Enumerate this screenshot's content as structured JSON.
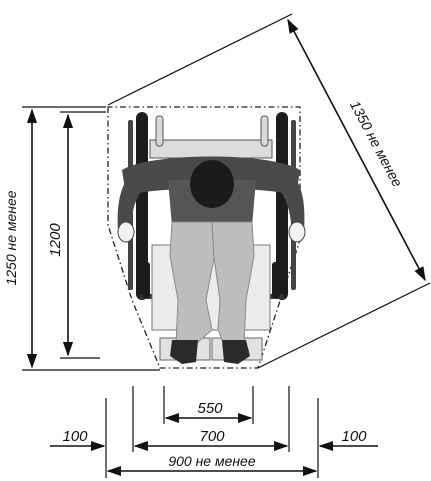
{
  "dimensions": {
    "total_length": "1250 не менее",
    "length": "1200",
    "diagonal": "1350 не менее",
    "knee_width": "550",
    "chair_width": "700",
    "left_clearance": "100",
    "right_clearance": "100",
    "total_width": "900 не менее"
  },
  "colors": {
    "ink": "#111111",
    "jacket": "#4a4a4a",
    "trousers": "#bdbdbd",
    "hair": "#1a1a1a",
    "wheel": "#1c1c1c",
    "frame": "#cfcfcf"
  }
}
